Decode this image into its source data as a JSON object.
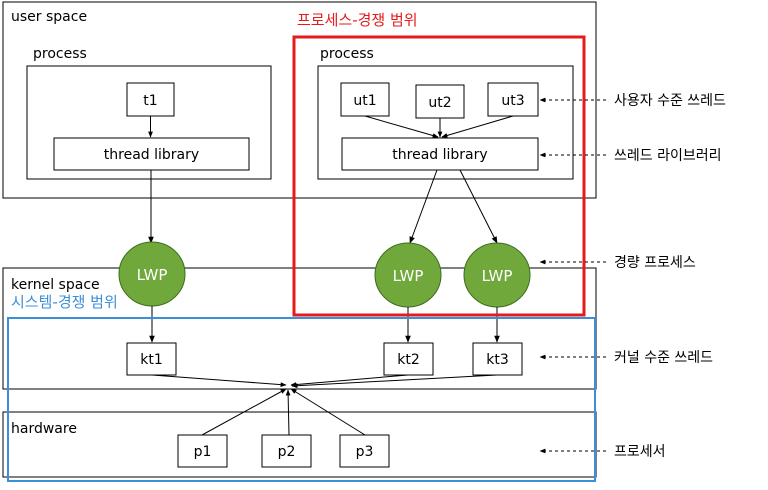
{
  "user_space": {
    "label": "user space"
  },
  "kernel_space": {
    "label": "kernel space"
  },
  "hardware": {
    "label": "hardware"
  },
  "process_left": {
    "label": "process",
    "thread": "t1",
    "library": "thread library"
  },
  "process_right": {
    "label": "process",
    "threads": [
      "ut1",
      "ut2",
      "ut3"
    ],
    "library": "thread library"
  },
  "lwp": [
    "LWP",
    "LWP",
    "LWP"
  ],
  "kernel_threads": [
    "kt1",
    "kt2",
    "kt3"
  ],
  "processors": [
    "p1",
    "p2",
    "p3"
  ],
  "regions": {
    "process_scope": "프로세스-경쟁 범위",
    "system_scope": "시스템-경쟁 범위"
  },
  "annotations": {
    "user_level_threads": "사용자 수준 쓰레드",
    "thread_library": "쓰레드 라이브러리",
    "lightweight_process": "경량 프로세스",
    "kernel_level_threads": "커널 수준 쓰레드",
    "processor": "프로세서"
  },
  "colors": {
    "process_scope": "#e31b1b",
    "system_scope": "#3b8fd8",
    "lwp_fill": "#70a83c",
    "lwp_stroke": "#3c6e1e"
  }
}
